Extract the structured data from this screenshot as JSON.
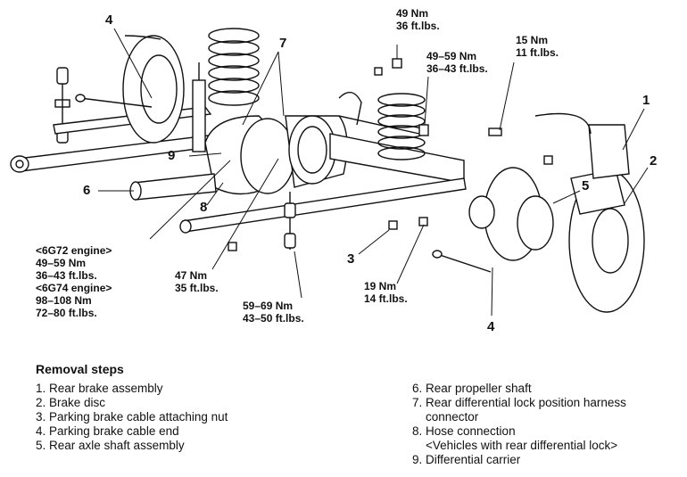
{
  "callouts": {
    "c4_top": "4",
    "c7": "7",
    "c1": "1",
    "c2": "2",
    "c9": "9",
    "c6": "6",
    "c8": "8",
    "c5": "5",
    "c3": "3",
    "c4_bottom": "4"
  },
  "torques": {
    "t49": [
      "49 Nm",
      "36 ft.lbs."
    ],
    "t4959_upper": [
      "49–59 Nm",
      "36–43 ft.lbs."
    ],
    "t15": [
      "15 Nm",
      "11 ft.lbs."
    ],
    "engine": [
      "<6G72 engine>",
      "49–59 Nm",
      "36–43 ft.lbs.",
      "<6G74 engine>",
      "98–108 Nm",
      "72–80 ft.lbs."
    ],
    "t47": [
      "47 Nm",
      "35 ft.lbs."
    ],
    "t5969": [
      "59–69 Nm",
      "43–50 ft.lbs."
    ],
    "t19": [
      "19 Nm",
      "14 ft.lbs."
    ]
  },
  "removal": {
    "heading": "Removal steps",
    "left": [
      "1. Rear brake assembly",
      "2. Brake disc",
      "3. Parking brake cable attaching nut",
      "4. Parking brake cable end",
      "5. Rear axle shaft assembly"
    ],
    "right": [
      "6. Rear propeller shaft",
      "7. Rear differential lock position harness",
      "    connector",
      "8. Hose connection",
      "    <Vehicles with rear differential lock>",
      "9. Differential carrier"
    ]
  }
}
